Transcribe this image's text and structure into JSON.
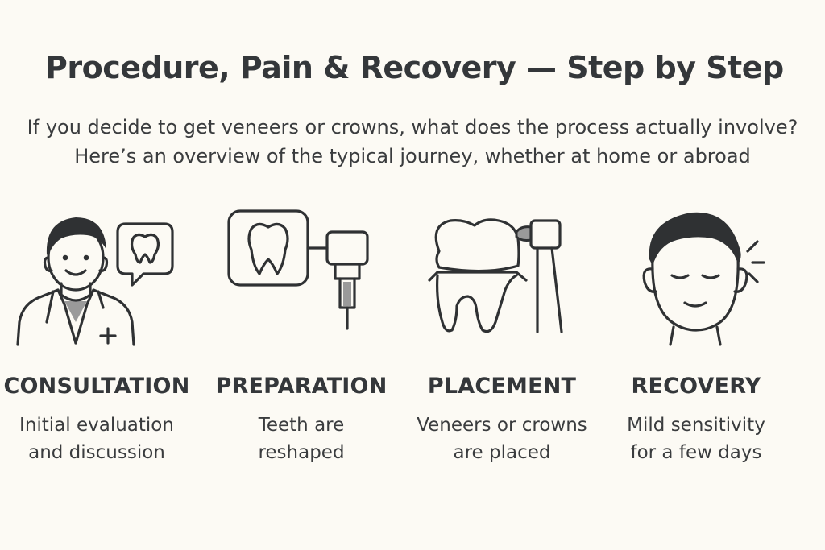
{
  "title": "Procedure, Pain & Recovery — Step by Step",
  "intro": {
    "line1": "If you decide to get veneers or crowns, what does the process actually involve?",
    "line2": "Here’s an overview of the typical journey, whether at home or abroad"
  },
  "steps": [
    {
      "label": "CONSULTATION",
      "desc1": "Initial evaluation",
      "desc2": "and discussion",
      "icon": "dentist-consultation-icon"
    },
    {
      "label": "PREPARATION",
      "desc1": "Teeth are",
      "desc2": "reshaped",
      "icon": "tooth-drill-icon"
    },
    {
      "label": "PLACEMENT",
      "desc1": "Veneers or crowns",
      "desc2": "are placed",
      "icon": "crown-placement-icon"
    },
    {
      "label": "RECOVERY",
      "desc1": "Mild sensitivity",
      "desc2": "for a few days",
      "icon": "relaxed-face-icon"
    }
  ],
  "colors": {
    "background": "#fcfaf4",
    "ink": "#2f3133",
    "accent_gray": "#9a9a9a"
  }
}
